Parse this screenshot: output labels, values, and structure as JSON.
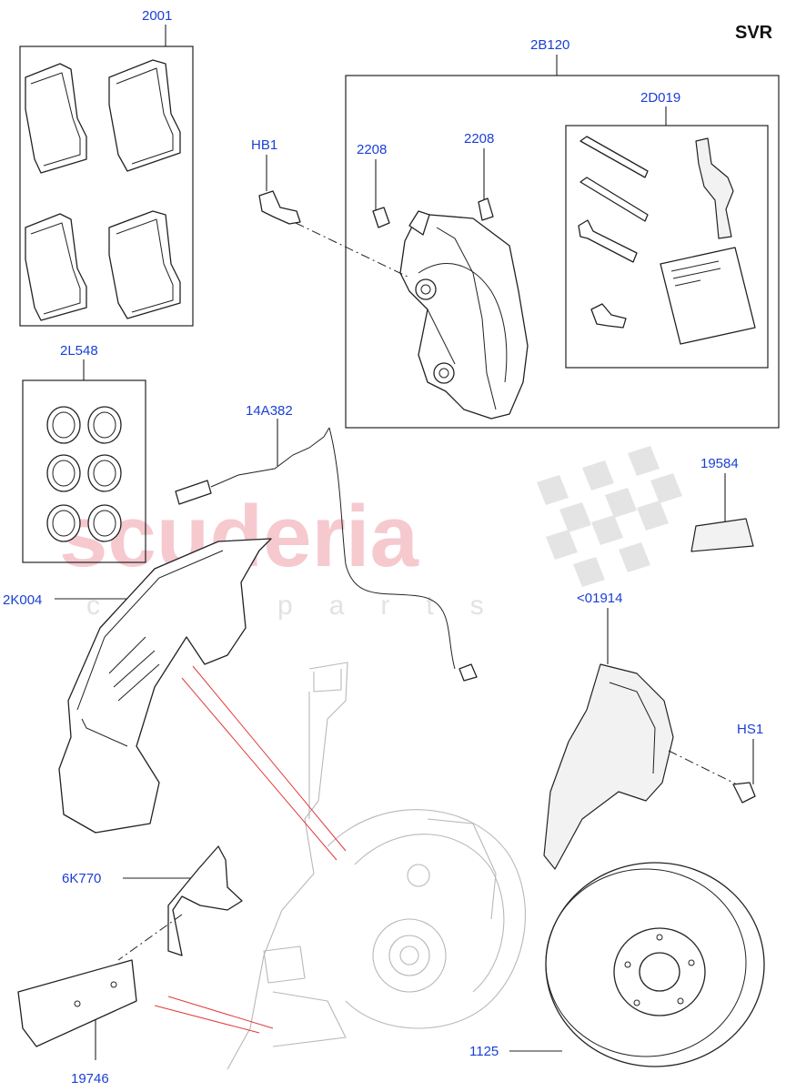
{
  "variant": "SVR",
  "watermark": {
    "main": "scuderia",
    "sub": "car parts"
  },
  "callouts": [
    {
      "id": "2001",
      "label": "2001"
    },
    {
      "id": "2B120",
      "label": "2B120"
    },
    {
      "id": "2D019",
      "label": "2D019"
    },
    {
      "id": "HB1",
      "label": "HB1"
    },
    {
      "id": "2208a",
      "label": "2208"
    },
    {
      "id": "2208b",
      "label": "2208"
    },
    {
      "id": "2L548",
      "label": "2L548"
    },
    {
      "id": "14A382",
      "label": "14A382"
    },
    {
      "id": "19584",
      "label": "19584"
    },
    {
      "id": "2K004",
      "label": "2K004"
    },
    {
      "id": "01914",
      "label": "<01914"
    },
    {
      "id": "HS1",
      "label": "HS1"
    },
    {
      "id": "6K770",
      "label": "6K770"
    },
    {
      "id": "1125",
      "label": "1125"
    },
    {
      "id": "19746",
      "label": "19746"
    }
  ],
  "colors": {
    "callout": "#1a3fd6",
    "line": "#222222",
    "ghost": "#b8b8b8",
    "link": "#e23a3a"
  }
}
